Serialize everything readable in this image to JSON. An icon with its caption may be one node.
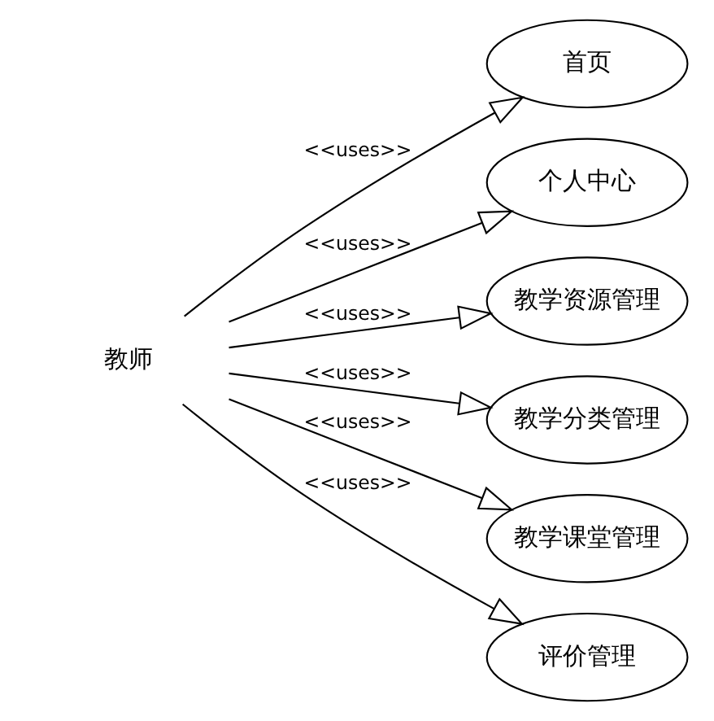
{
  "diagram": {
    "nodes": [
      {
        "text": [
          "教师"
        ]
      },
      {
        "text": [
          "首页"
        ]
      },
      {
        "text": [
          "个人中心"
        ]
      },
      {
        "text": [
          "教学资源管理"
        ]
      },
      {
        "text": [
          "教学分类管理"
        ]
      },
      {
        "text": [
          "教学课堂管理"
        ]
      },
      {
        "text": [
          "评价管理"
        ]
      }
    ],
    "edges": [
      {
        "from": 0,
        "to": 1,
        "arrow": "to",
        "label": "<<uses>>"
      },
      {
        "from": 0,
        "to": 2,
        "arrow": "to",
        "label": "<<uses>>"
      },
      {
        "from": 0,
        "to": 3,
        "arrow": "to",
        "label": "<<uses>>"
      },
      {
        "from": 0,
        "to": 4,
        "arrow": "to",
        "label": "<<uses>>"
      },
      {
        "from": 0,
        "to": 5,
        "arrow": "to",
        "label": "<<uses>>"
      },
      {
        "from": 0,
        "to": 6,
        "arrow": "to",
        "label": "<<uses>>"
      }
    ]
  }
}
